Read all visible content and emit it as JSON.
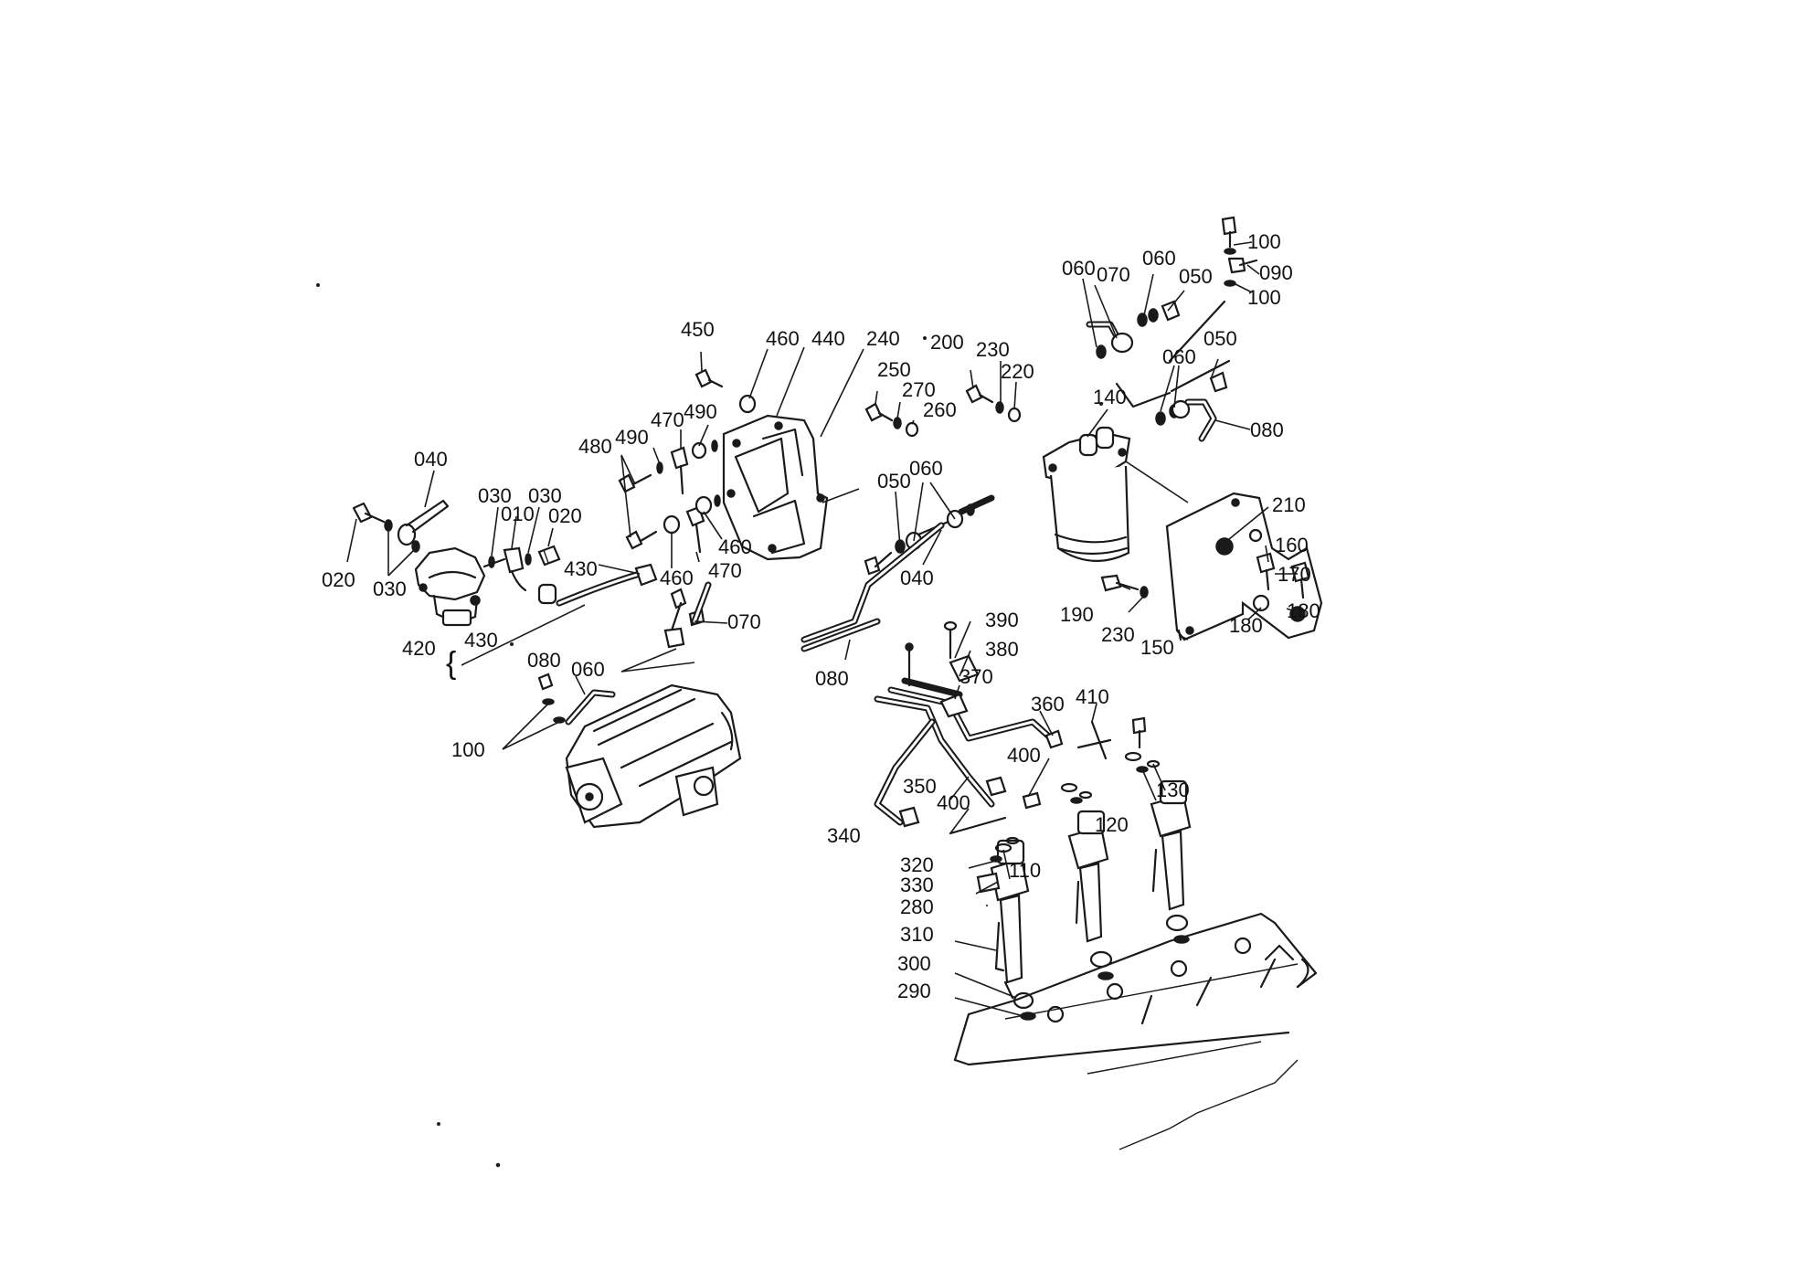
{
  "diagram": {
    "colors": {
      "ink": "#1a1a1a",
      "paper": "#ffffff"
    },
    "callouts": [
      "100",
      "090",
      "100",
      "060",
      "070",
      "060",
      "050",
      "060",
      "050",
      "080",
      "140",
      "210",
      "160",
      "170",
      "180",
      "180",
      "190",
      "230",
      "150",
      "450",
      "460",
      "440",
      "240",
      "200",
      "230",
      "220",
      "250",
      "270",
      "260",
      "480",
      "490",
      "470",
      "490",
      "040",
      "030",
      "010",
      "030",
      "020",
      "020",
      "030",
      "430",
      "460",
      "460",
      "470",
      "050",
      "060",
      "040",
      "420",
      "430",
      "070",
      "080",
      "060",
      "100",
      "080",
      "390",
      "380",
      "370",
      "360",
      "410",
      "400",
      "130",
      "350",
      "400",
      "120",
      "340",
      "320",
      "330",
      "110",
      "280",
      "310",
      "300",
      "290"
    ],
    "bracket_glyph": "{"
  }
}
